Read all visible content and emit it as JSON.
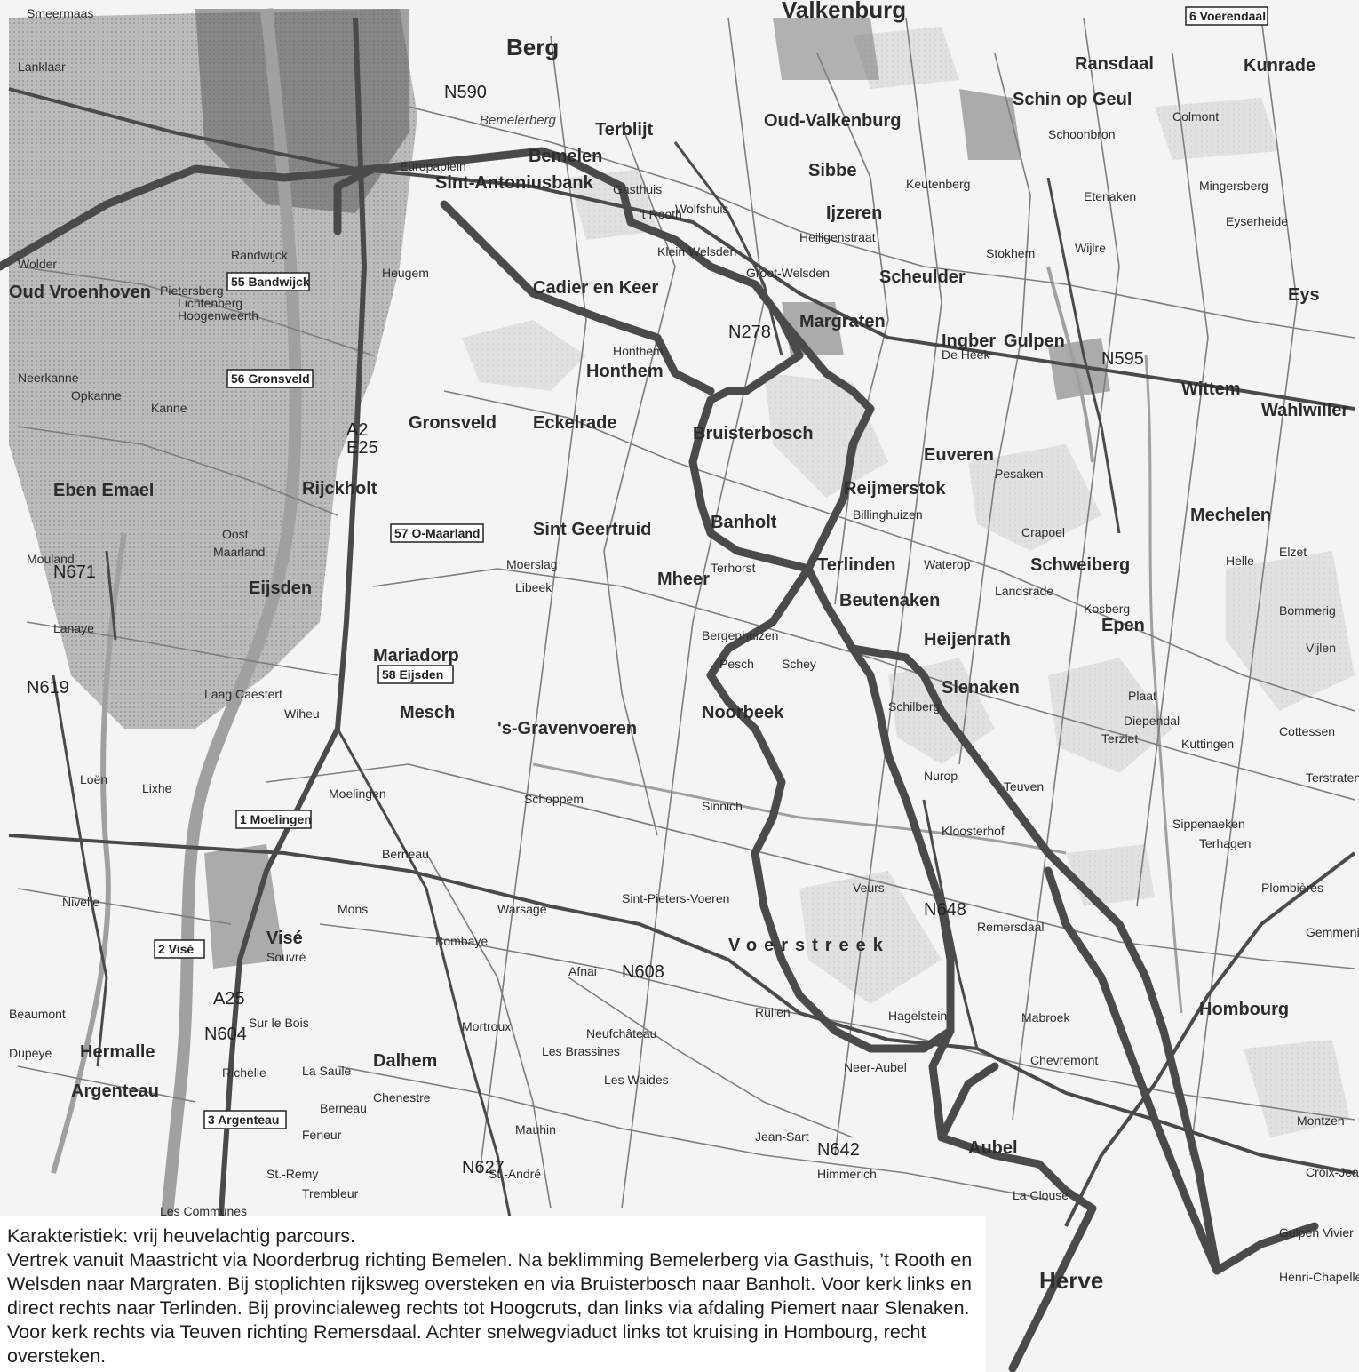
{
  "map": {
    "places_large": [
      "Valkenburg",
      "Sint-Antoniusbank",
      "Margraten",
      "Gulpen",
      "Wittem",
      "Eckelrade",
      "Bruisterbosch",
      "Reijmerstok",
      "Banholt",
      "Sint Geertruid",
      "Mheer",
      "Terlinden",
      "Beutenaken",
      "Heijenrath",
      "Slenaken",
      "Noorbeek",
      "Mesch",
      "'s-Gravenvoeren",
      "Epen",
      "Mechelen",
      "Schweiberg",
      "Eys",
      "Schin op Geul",
      "Oud-Valkenburg",
      "Sibbe",
      "Ijzeren",
      "Scheulder",
      "Ingber",
      "Euveren",
      "Cadier en Keer",
      "Honthem",
      "Gronsveld",
      "Rijckholt",
      "Eijsden",
      "Mariadorp",
      "Hombourg",
      "Aubel",
      "Dalhem",
      "Visé",
      "Warsage",
      "Herve",
      "Berg",
      "Bemelen",
      "Terblijt",
      "Voerstreek",
      "Kunrade",
      "Ransdaal",
      "Wahlwiller",
      "Eben Emael",
      "Hermalle",
      "Argenteau"
    ],
    "places_small": [
      "Sint-Pieters-Voeren",
      "Hagelstein",
      "Neer-Aubel",
      "Mabroek",
      "Chevremont",
      "La Clouse",
      "Rullen",
      "Afnai",
      "Bombaye",
      "Mortroux",
      "Les Brassines",
      "Neufchâteau",
      "Les Waides",
      "Mauhin",
      "St.-André",
      "Jean-Sart",
      "Himmerich",
      "Chenestre",
      "Mons",
      "Souvré",
      "Moelingen",
      "Loën",
      "Lanaye",
      "Mouland",
      "Berneau",
      "Schoppem",
      "Sinnich",
      "Teuven",
      "Nurop",
      "Veurs",
      "Remersdaal",
      "Kloosterhof",
      "Schey",
      "Schilberg",
      "Terziet",
      "Kuttingen",
      "Plaat",
      "Diependal",
      "Crapoel",
      "Pesaken",
      "Billinghuizen",
      "Waterop",
      "Landsrade",
      "Kosberg",
      "Elzet",
      "Helle",
      "Bommerig",
      "Vijlen",
      "Cottessen",
      "Terstraten",
      "Sippenaeken",
      "Terhagen",
      "Plombières",
      "Gemmenich",
      "Gulpen Vivier",
      "Henri-Chapelle",
      "Montzen",
      "Honthem",
      "Klein Welsden",
      "Groot-Welsden",
      "Heiligenstraat",
      "Keutenberg",
      "Stokhem",
      "Wijlre",
      "Etenaken",
      "Eyserheide",
      "Mingersberg",
      "Colmont",
      "Schoonbron",
      "Pesch",
      "Heugem",
      "De Heek",
      "Bergenhuizen",
      "Terhorst",
      "Libeek",
      "Moerslag",
      "Oost",
      "Maarland",
      "Laag Caestert",
      "Wiheu",
      "Bemelerberg",
      "Gasthuis",
      "'t Rooth",
      "Wolfshuis",
      "Europaplein",
      "Randwijck",
      "Pietersberg",
      "Neerkanne",
      "Kanne",
      "Opkanne",
      "Lichtenberg",
      "Hoogenweerth",
      "Wolder",
      "Smeermaas",
      "Lanklaar",
      "Oud Vroenhoven",
      "Lixhe",
      "Nivelle",
      "Richelle",
      "Sur le Bois",
      "La Saule",
      "Feneur",
      "St.-Remy",
      "Trembleur",
      "Les Communes",
      "Dupeye",
      "Beaumont",
      "Berneau",
      "Croix-Jean-Lazard"
    ],
    "road_numbers": [
      "N590",
      "N278",
      "N595",
      "A2",
      "E25",
      "N648",
      "N608",
      "N627",
      "N642",
      "A25",
      "N671",
      "N619",
      "N604"
    ],
    "exits": [
      "6 Voerendaal",
      "55 Bandwijck",
      "56 Gronsveld",
      "57 O-Maarland",
      "58 Eijsden",
      "1 Moelingen",
      "2 Visé",
      "3 Argenteau"
    ],
    "colors": {
      "route": "#4a4a4a",
      "road": "#555555",
      "river": "#9a9a9a",
      "town": "#7a7a7a",
      "woods": "#d6d6d6"
    }
  },
  "caption": {
    "line1": "Karakteristiek: vrij heuvelachtig parcours.",
    "line2": "Vertrek vanuit Maastricht via Noorderbrug richting Bemelen. Na beklimming Bemelerberg via Gasthuis, ’t Rooth en Welsden naar Margraten. Bij stoplichten rijksweg oversteken en via Bruisterbosch naar Banholt. Voor kerk links en direct rechts naar Terlinden. Bij provincialeweg rechts tot Hoogcruts, dan links via afdaling Piemert naar Slenaken. Voor kerk rechts via Teuven richting Remersdaal. Achter snelwegviaduct links tot kruising in Hombourg, recht oversteken."
  }
}
